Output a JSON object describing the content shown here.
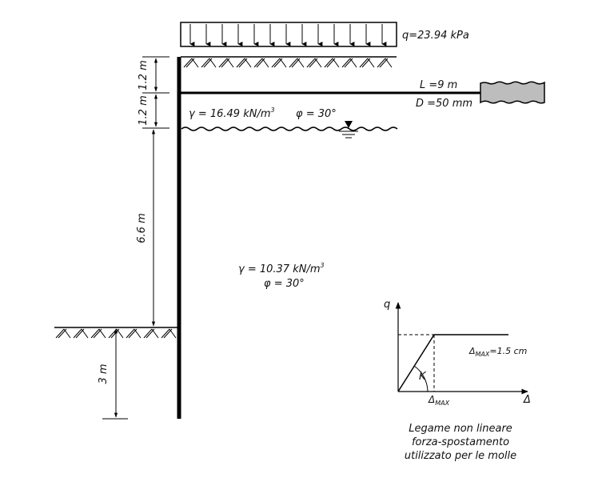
{
  "surcharge": {
    "label": "q=23.94 kPa"
  },
  "dimensions": {
    "d1": "1.2 m",
    "d2": "1.2 m",
    "d3": "6.6 m",
    "d4": "3 m"
  },
  "anchor": {
    "length": "L =9 m",
    "diameter": "D =50 mm"
  },
  "layer1": {
    "gamma_prefix": "γ = 16.49  kN/m",
    "gamma_exp": "3",
    "phi": "φ = 30°"
  },
  "layer2": {
    "gamma_prefix": "γ = 10.37  kN/m",
    "gamma_exp": "3",
    "phi": "φ = 30°"
  },
  "spring_law": {
    "q_axis": "q",
    "delta_axis": "Δ",
    "k_label": "K",
    "dmax_symbol": "Δ",
    "dmax_sub": "MAX",
    "dmax_value_symbol": "Δ",
    "dmax_value_sub": "MAX",
    "dmax_value_tail": "=1.5 cm"
  },
  "caption": {
    "line1": "Legame non lineare",
    "line2": "forza-spostamento",
    "line3": "utilizzato per le molle"
  }
}
